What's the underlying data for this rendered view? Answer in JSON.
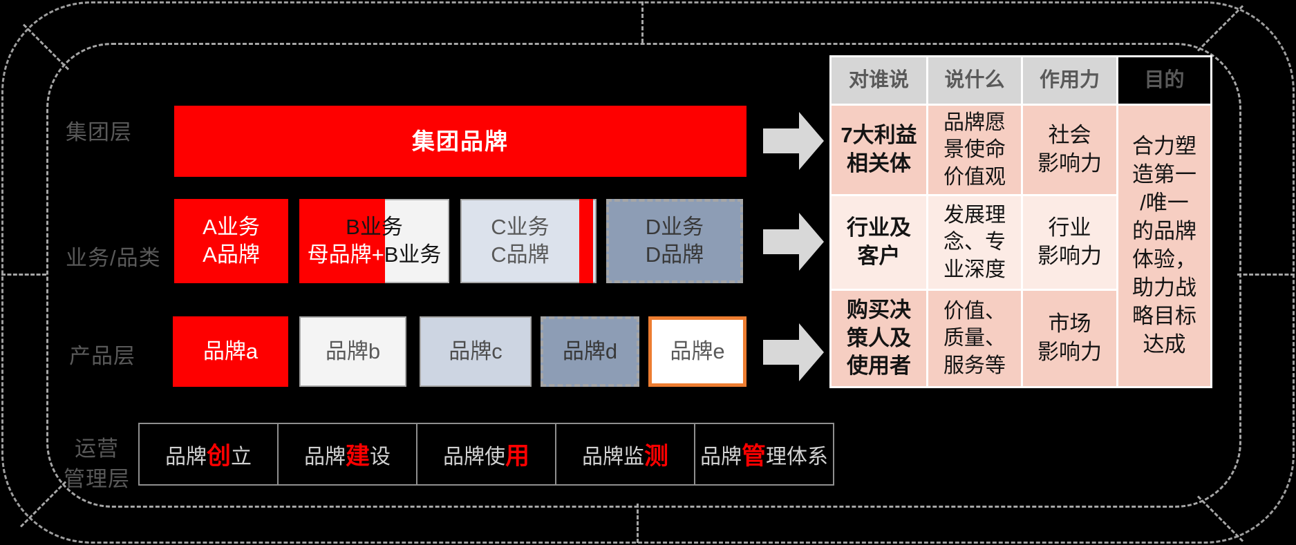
{
  "row_labels": {
    "group": "集团层",
    "business": "业务/品类",
    "product": "产品层",
    "ops": "运营\n管理层"
  },
  "group_brand_label": "集团品牌",
  "business_row": {
    "a": "A业务\nA品牌",
    "b_line1": "B业务",
    "b_line2_on_red": "母品牌+",
    "b_line2_on_white": "B业务",
    "c": "C业务\nC品牌",
    "d": "D业务\nD品牌"
  },
  "product_row": {
    "a": "品牌a",
    "b": "品牌b",
    "c": "品牌c",
    "d": "品牌d",
    "e": "品牌e"
  },
  "ops_row": [
    {
      "prefix": "品牌",
      "highlight": "创",
      "suffix": "立"
    },
    {
      "prefix": "品牌",
      "highlight": "建",
      "suffix": "设"
    },
    {
      "prefix": "品牌使",
      "highlight": "用",
      "suffix": ""
    },
    {
      "prefix": "品牌监",
      "highlight": "测",
      "suffix": ""
    },
    {
      "prefix": "品牌",
      "highlight": "管",
      "suffix": "理体系"
    }
  ],
  "table": {
    "headers": [
      "对谁说",
      "说什么",
      "作用力",
      "目的"
    ],
    "rows": [
      {
        "who": "7大利益\n相关体",
        "what": "品牌愿\n景使命\n价值观",
        "power": "社会\n影响力"
      },
      {
        "who": "行业及\n客户",
        "what": "发展理\n念、专\n业深度",
        "power": "行业\n影响力"
      },
      {
        "who": "购买决\n策人及\n使用者",
        "what": "价值、\n质量、\n服务等",
        "power": "市场\n影响力"
      }
    ],
    "purpose": "合力塑\n造第一\n/唯一\n的品牌\n体验，\n助力战\n略目标\n达成"
  },
  "colors": {
    "accent_red": "#fe0000",
    "highlight_orange": "#ed7d31",
    "table_header_gray": "#d6d6d6",
    "row_pink_dark": "#f6cec2",
    "row_pink_light": "#fcebe5",
    "box_blue_gray": "#8d9db5",
    "box_light_blue": "#cdd5e2",
    "arrow_gray": "#d8d8d8",
    "dash_gray": "#a6a6a6"
  }
}
